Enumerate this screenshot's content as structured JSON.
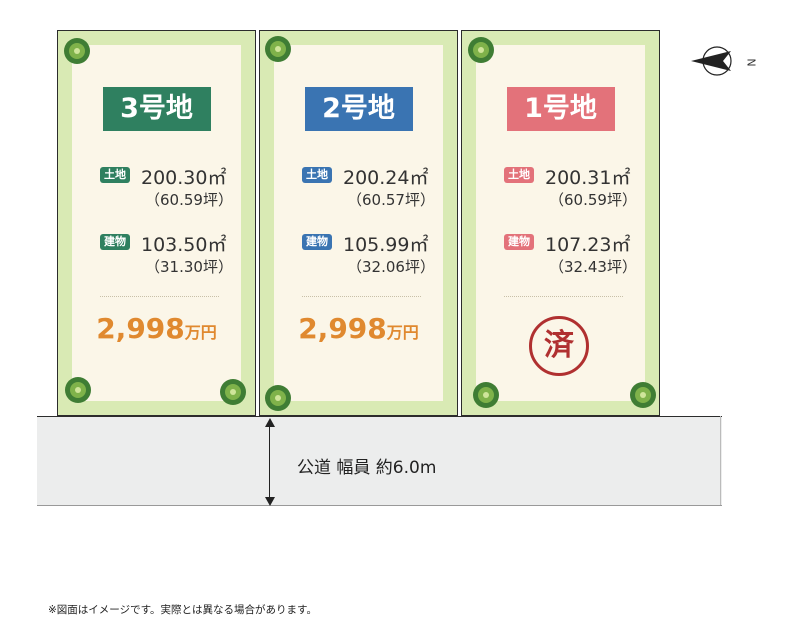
{
  "lots": [
    {
      "title": "3号地",
      "land_label": "土地",
      "land_area": "200.30㎡",
      "land_tsubo": "（60.59坪）",
      "bldg_label": "建物",
      "bldg_area": "103.50㎡",
      "bldg_tsubo": "（31.30坪）",
      "price_num": "2,998",
      "price_unit": "万円",
      "sold": ""
    },
    {
      "title": "2号地",
      "land_label": "土地",
      "land_area": "200.24㎡",
      "land_tsubo": "（60.57坪）",
      "bldg_label": "建物",
      "bldg_area": "105.99㎡",
      "bldg_tsubo": "（32.06坪）",
      "price_num": "2,998",
      "price_unit": "万円",
      "sold": ""
    },
    {
      "title": "1号地",
      "land_label": "土地",
      "land_area": "200.31㎡",
      "land_tsubo": "（60.59坪）",
      "bldg_label": "建物",
      "bldg_area": "107.23㎡",
      "bldg_tsubo": "（32.43坪）",
      "price_num": "",
      "price_unit": "",
      "sold": "済"
    }
  ],
  "compass_label": "N",
  "road_label": "公道 幅員 約6.0m",
  "footnote": "※図面はイメージです。実際とは異なる場合があります。",
  "colors": {
    "lot3": "#2f8060",
    "lot2": "#3a74b2",
    "lot1": "#e3727a",
    "price": "#e0892f",
    "sold": "#b03030",
    "grass": "#d9eab4"
  }
}
